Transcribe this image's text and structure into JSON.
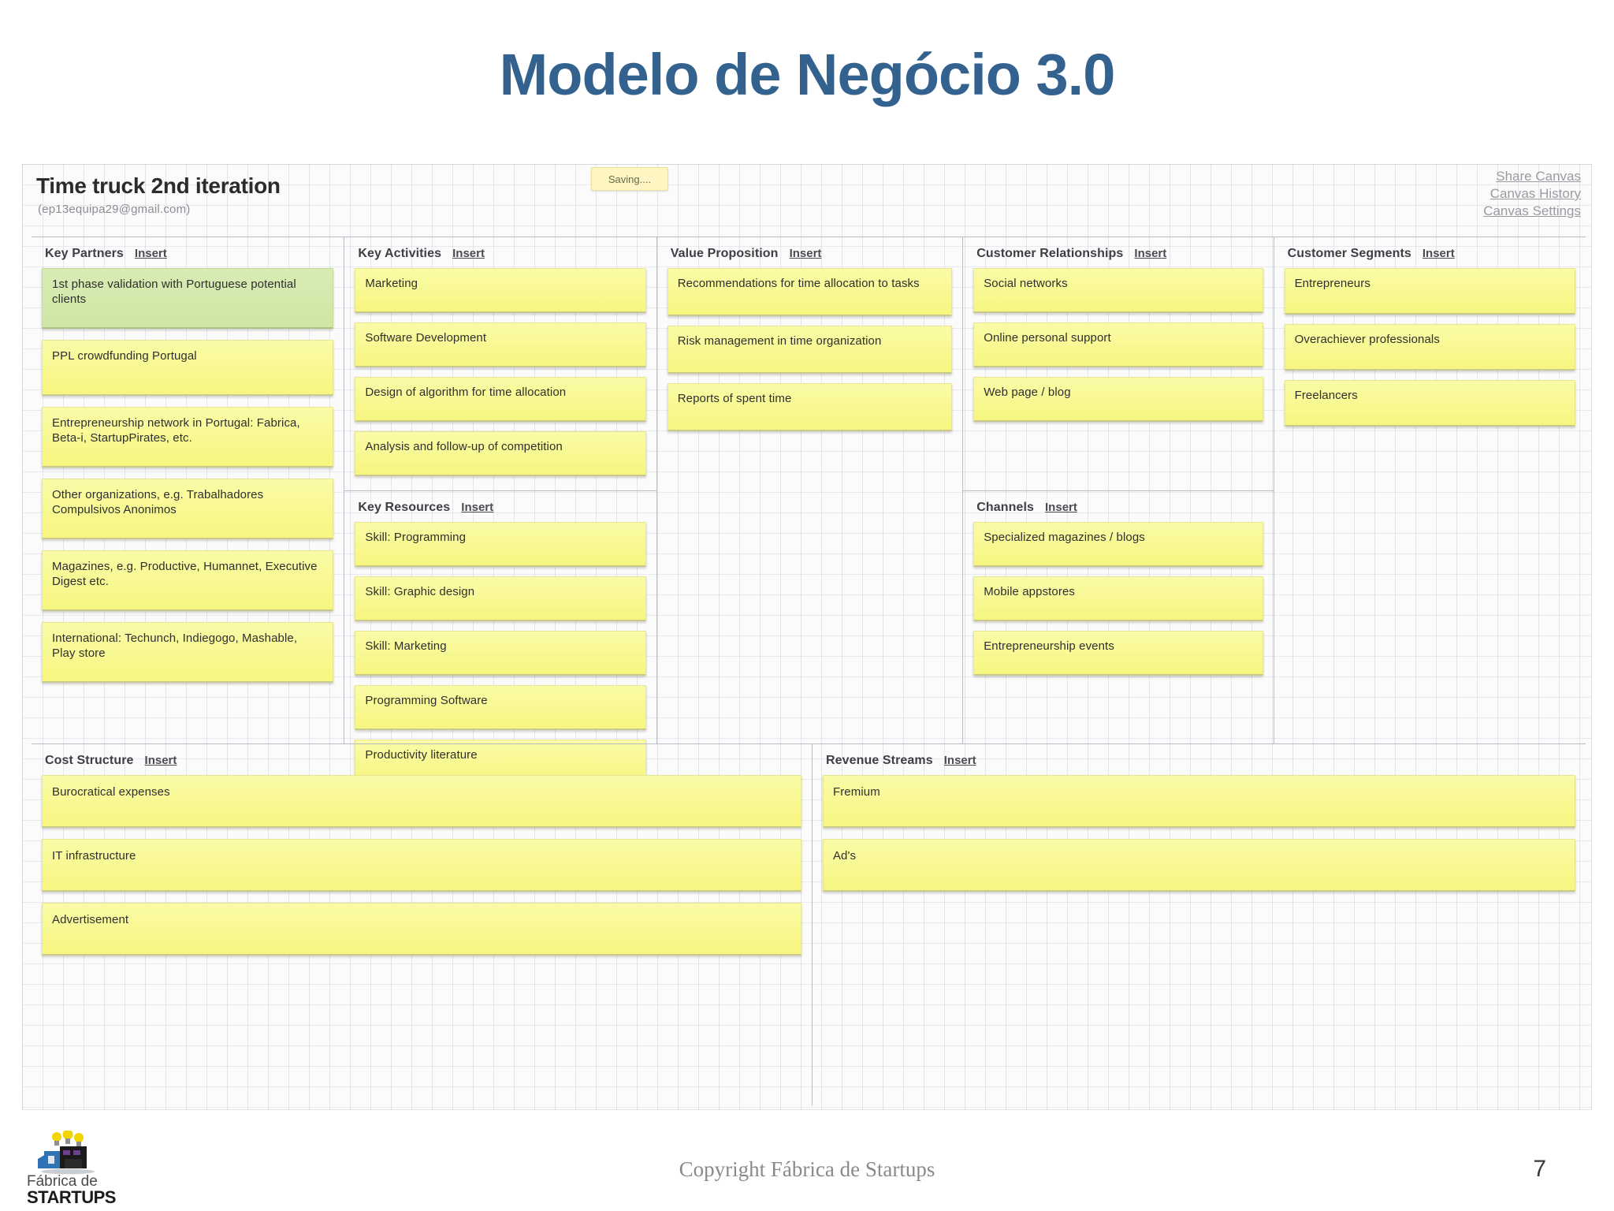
{
  "slide": {
    "title": "Modelo de Negócio 3.0",
    "title_color": "#33628F",
    "page_number": "7",
    "footer_copyright": "Copyright Fábrica de Startups",
    "logo_line1": "Fábrica de",
    "logo_line2": "STARTUPS"
  },
  "canvas": {
    "name": "Time truck 2nd iteration",
    "email": "(ep13equipa29@gmail.com)",
    "saving_status": "Saving....",
    "links": [
      {
        "label": "Share Canvas"
      },
      {
        "label": "Canvas History"
      },
      {
        "label": "Canvas Settings"
      }
    ],
    "insert_label": "Insert",
    "sections": {
      "key_partners": {
        "title": "Key Partners",
        "cards": [
          {
            "text": "1st phase validation with Portuguese potential clients",
            "color": "green"
          },
          {
            "text": "PPL crowdfunding Portugal",
            "color": "yellow"
          },
          {
            "text": "Entrepreneurship network in Portugal: Fabrica, Beta-i, StartupPirates, etc.",
            "color": "yellow"
          },
          {
            "text": "Other organizations, e.g. Trabalhadores Compulsivos Anonimos",
            "color": "yellow"
          },
          {
            "text": "Magazines, e.g. Productive, Humannet, Executive Digest etc.",
            "color": "yellow"
          },
          {
            "text": "International: Techunch, Indiegogo, Mashable, Play store",
            "color": "yellow"
          }
        ]
      },
      "key_activities": {
        "title": "Key Activities",
        "cards": [
          {
            "text": "Marketing",
            "color": "yellow"
          },
          {
            "text": "Software Development",
            "color": "yellow"
          },
          {
            "text": "Design of algorithm for time allocation",
            "color": "yellow"
          },
          {
            "text": "Analysis and follow-up of competition",
            "color": "yellow"
          }
        ]
      },
      "key_resources": {
        "title": "Key Resources",
        "cards": [
          {
            "text": "Skill: Programming",
            "color": "yellow"
          },
          {
            "text": "Skill: Graphic design",
            "color": "yellow"
          },
          {
            "text": "Skill: Marketing",
            "color": "yellow"
          },
          {
            "text": "Programming Software",
            "color": "yellow"
          },
          {
            "text": "Productivity literature",
            "color": "yellow"
          }
        ]
      },
      "value_proposition": {
        "title": "Value Proposition",
        "cards": [
          {
            "text": "Recommendations for time allocation to tasks",
            "color": "yellow"
          },
          {
            "text": "Risk management in time organization",
            "color": "yellow"
          },
          {
            "text": "Reports of spent time",
            "color": "yellow"
          }
        ]
      },
      "customer_relationships": {
        "title": "Customer Relationships",
        "cards": [
          {
            "text": "Social networks",
            "color": "yellow"
          },
          {
            "text": "Online personal support",
            "color": "yellow"
          },
          {
            "text": "Web page / blog",
            "color": "yellow"
          }
        ]
      },
      "channels": {
        "title": "Channels",
        "cards": [
          {
            "text": "Specialized magazines / blogs",
            "color": "yellow"
          },
          {
            "text": "Mobile appstores",
            "color": "yellow"
          },
          {
            "text": "Entrepreneurship events",
            "color": "yellow"
          }
        ]
      },
      "customer_segments": {
        "title": "Customer Segments",
        "cards": [
          {
            "text": "Entrepreneurs",
            "color": "yellow"
          },
          {
            "text": "Overachiever professionals",
            "color": "yellow"
          },
          {
            "text": "Freelancers",
            "color": "yellow"
          }
        ]
      },
      "cost_structure": {
        "title": "Cost Structure",
        "cards": [
          {
            "text": "Burocratical expenses",
            "color": "yellow"
          },
          {
            "text": "IT infrastructure",
            "color": "yellow"
          },
          {
            "text": "Advertisement",
            "color": "yellow"
          }
        ]
      },
      "revenue_streams": {
        "title": "Revenue Streams",
        "cards": [
          {
            "text": "Fremium",
            "color": "yellow"
          },
          {
            "text": "Ad's",
            "color": "yellow"
          }
        ]
      }
    }
  }
}
